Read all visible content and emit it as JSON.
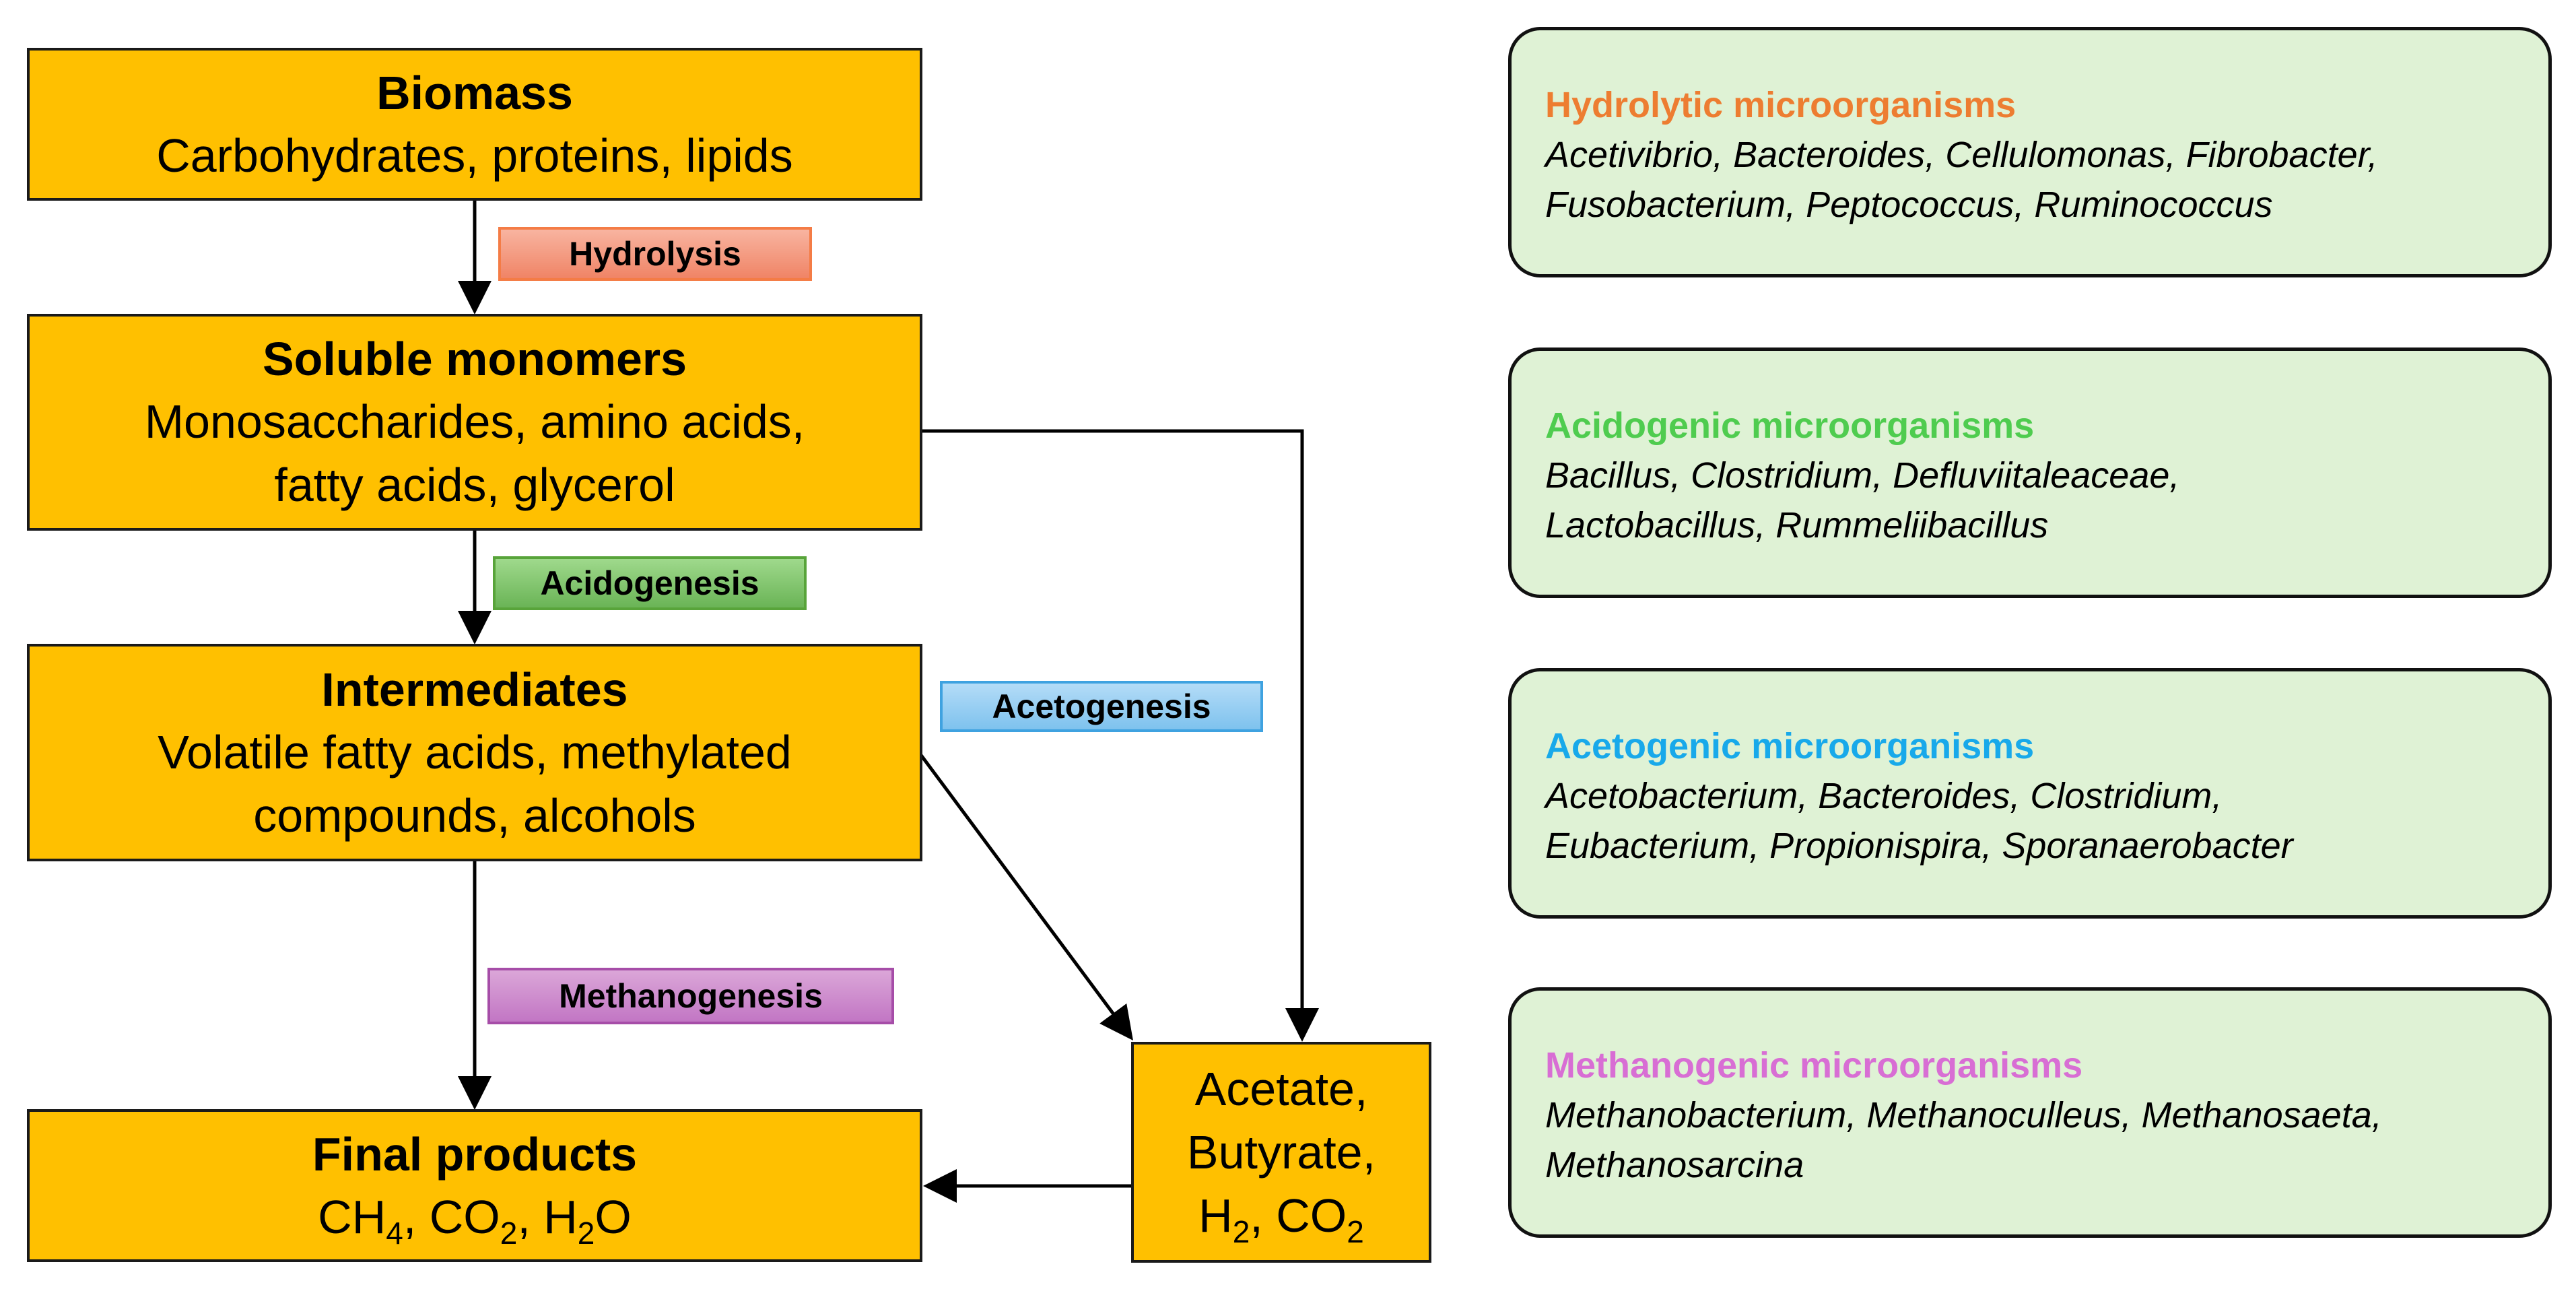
{
  "stages": {
    "biomass": {
      "title": "Biomass",
      "lines": [
        "Carbohydrates, proteins, lipids"
      ]
    },
    "monomers": {
      "title": "Soluble monomers",
      "lines": [
        "Monosaccharides, amino acids,",
        "fatty acids, glycerol"
      ]
    },
    "intermediates": {
      "title": "Intermediates",
      "lines": [
        "Volatile fatty acids, methylated",
        "compounds, alcohols"
      ]
    },
    "final": {
      "title": "Final products",
      "formula": [
        {
          "t": "CH"
        },
        {
          "sub": "4"
        },
        {
          "t": ", CO"
        },
        {
          "sub": "2"
        },
        {
          "t": ", H"
        },
        {
          "sub": "2"
        },
        {
          "t": "O"
        }
      ]
    },
    "acetate": {
      "lines": [
        [
          {
            "t": "Acetate,"
          }
        ],
        [
          {
            "t": "Butyrate,"
          }
        ],
        [
          {
            "t": "H"
          },
          {
            "sub": "2"
          },
          {
            "t": ", CO"
          },
          {
            "sub": "2"
          }
        ]
      ]
    }
  },
  "processes": {
    "hydrolysis": "Hydrolysis",
    "acidogenesis": "Acidogenesis",
    "acetogenesis": "Acetogenesis",
    "methanogenesis": "Methanogenesis"
  },
  "microorganisms": [
    {
      "heading": "Hydrolytic microorganisms",
      "color": "#ed7d31",
      "lines": [
        [
          {
            "t": "Acetivibrio",
            "i": true
          },
          {
            "t": ", "
          },
          {
            "t": "Bacteroides",
            "i": true
          },
          {
            "t": ", "
          },
          {
            "t": "Cellulomonas",
            "i": true
          },
          {
            "t": ", "
          },
          {
            "t": "Fibrobacter,",
            "i": true
          }
        ],
        [
          {
            "t": "Fusobacterium",
            "i": true
          },
          {
            "t": ", "
          },
          {
            "t": "Peptococcus",
            "i": true
          },
          {
            "t": ", "
          },
          {
            "t": "Ruminococcus",
            "i": true
          }
        ]
      ]
    },
    {
      "heading": "Acidogenic microorganisms",
      "color": "#4fcc4f",
      "lines": [
        [
          {
            "t": "Bacillus, Clostridium",
            "i": true
          },
          {
            "t": ", "
          },
          {
            "t": "Defluviitaleaceae,",
            "i": true
          }
        ],
        [
          {
            "t": "Lactobacillus",
            "i": true
          },
          {
            "t": ", "
          },
          {
            "t": "Rummeliibacillus",
            "i": true
          }
        ]
      ]
    },
    {
      "heading": "Acetogenic microorganisms",
      "color": "#18a9ea",
      "lines": [
        [
          {
            "t": "Acetobacterium, Bacteroides, Clostridium,",
            "i": true
          }
        ],
        [
          {
            "t": "Eubacterium, Propionispira, Sporanaerobacter",
            "i": true
          }
        ]
      ]
    },
    {
      "heading": "Methanogenic microorganisms",
      "color": "#d86ed4",
      "lines": [
        [
          {
            "t": "Methanobacterium, Methanoculleus, Methanosaeta,",
            "i": true
          }
        ],
        [
          {
            "t": "Methanosarcina",
            "i": true
          }
        ]
      ]
    }
  ]
}
